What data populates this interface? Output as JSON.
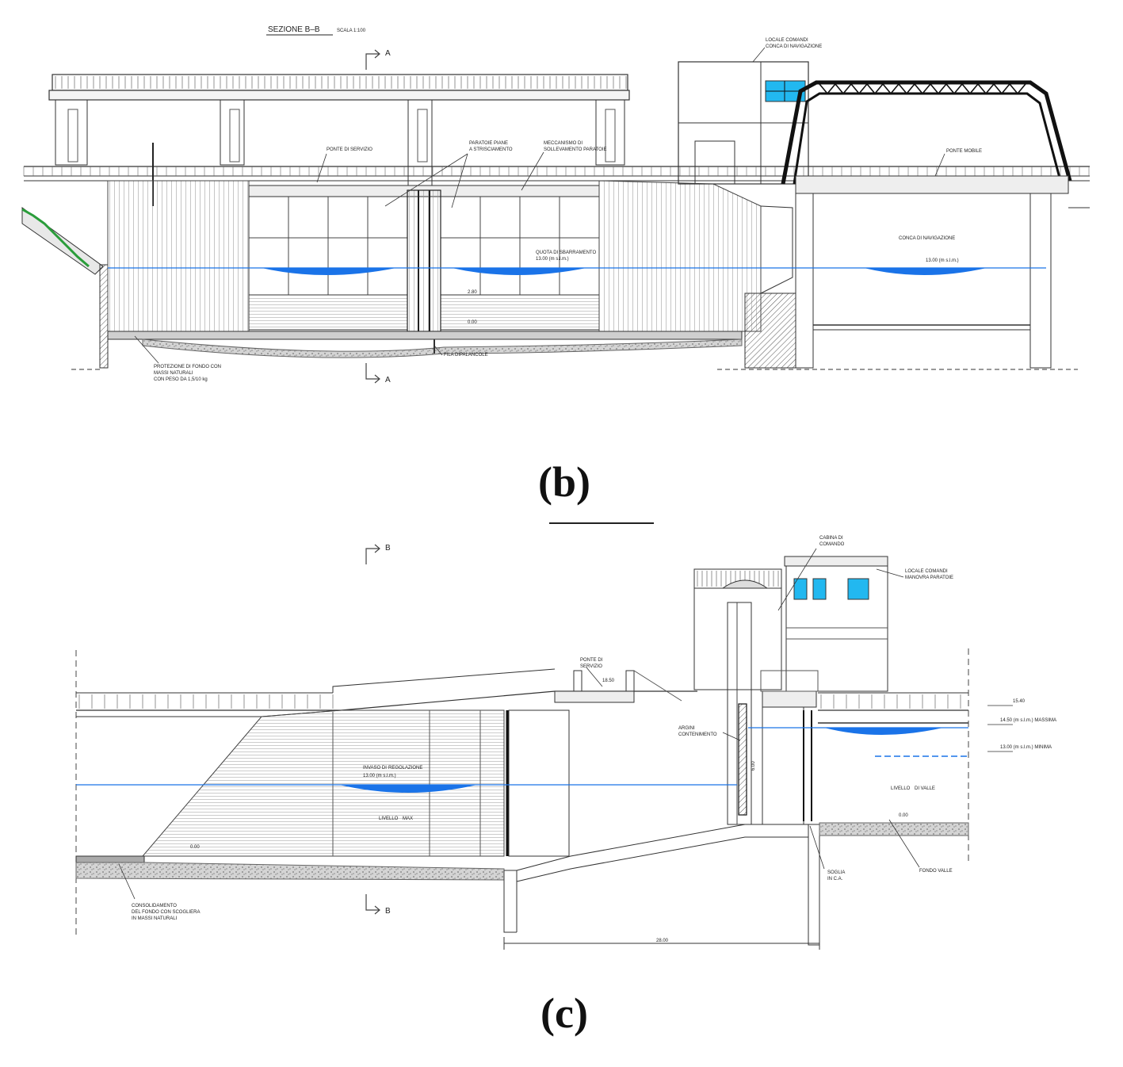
{
  "colors": {
    "water": "#1a73e8",
    "water_light": "#1e8fff",
    "glass": "#22b8f0",
    "ink": "#222222",
    "hatch": "#9a9a9a"
  },
  "panel_b": {
    "caption": "(b)",
    "title": "SEZIONE B–B",
    "title_scale": "SCALA 1:100",
    "section_letter": "A",
    "labels": {
      "locale_comandi": "LOCALE COMANDI",
      "conca_navigazione_top": "CONCA DI NAVIGAZIONE",
      "ponte_servizio": "PONTE DI SERVIZIO",
      "paratoie_1": "PARATOIE PIANE",
      "paratoie_2": "A STRISCIAMENTO",
      "meccanismo_1": "MECCANISMO DI",
      "meccanismo_2": "SOLLEVAMENTO PARATOIE",
      "ponte_mobile": "PONTE MOBILE",
      "conca_navigazione": "CONCA DI NAVIGAZIONE",
      "quota_1": "QUOTA DI SBARRAMENTO",
      "quota_2": "13.00 (m s.l.m.)",
      "level_right": "13.00 (m s.l.m.)",
      "level_mid": "2.80",
      "level_bottom": "0.00",
      "protezione_1": "PROTEZIONE DI FONDO CON",
      "protezione_2": "MASSI NATURALI",
      "protezione_3": "CON PESO DA 1,5/10 kg",
      "fila_1": "FILA DI",
      "fila_2": "PALANCOLE"
    }
  },
  "divider": true,
  "panel_c": {
    "caption": "(c)",
    "section_letter": "B",
    "labels": {
      "cabina_1": "CABINA DI",
      "cabina_2": "COMANDO",
      "locale_1": "LOCALE COMANDI",
      "locale_2": "MANOVRA PARATOIE",
      "ponte_1": "PONTE DI",
      "ponte_2": "SERVIZIO",
      "quota_ponte": "18.50",
      "argini_1": "ARGINI",
      "argini_2": "CONTENIMENTO",
      "dim_vert": "6.00",
      "invaso_1": "INVASO DI",
      "invaso_2": "REGOLAZIONE",
      "invaso_3": "13.00 (m s.l.m.)",
      "livello_1": "LIVELLO",
      "livello_2": "MAX",
      "fondo_left": "0.00",
      "consolidamento_1": "CONSOLIDAMENTO",
      "consolidamento_2": "DEL FONDO CON SCOGLIERA",
      "consolidamento_3": "IN MASSI NATURALI",
      "soglia_1": "SOGLIA",
      "soglia_2": "IN C.A.",
      "right_level_1": "15.40",
      "right_level_2": "14.50 (m s.l.m.) MASSIMA",
      "right_level_3": "13.00 (m s.l.m.) MINIMA",
      "right_level_4": "",
      "livello_valle_1": "LIVELLO",
      "livello_valle_2": "DI VALLE",
      "fondo_right": "0.00",
      "fondo_valle": "FONDO VALLE",
      "dim_horiz": "28.00"
    }
  }
}
